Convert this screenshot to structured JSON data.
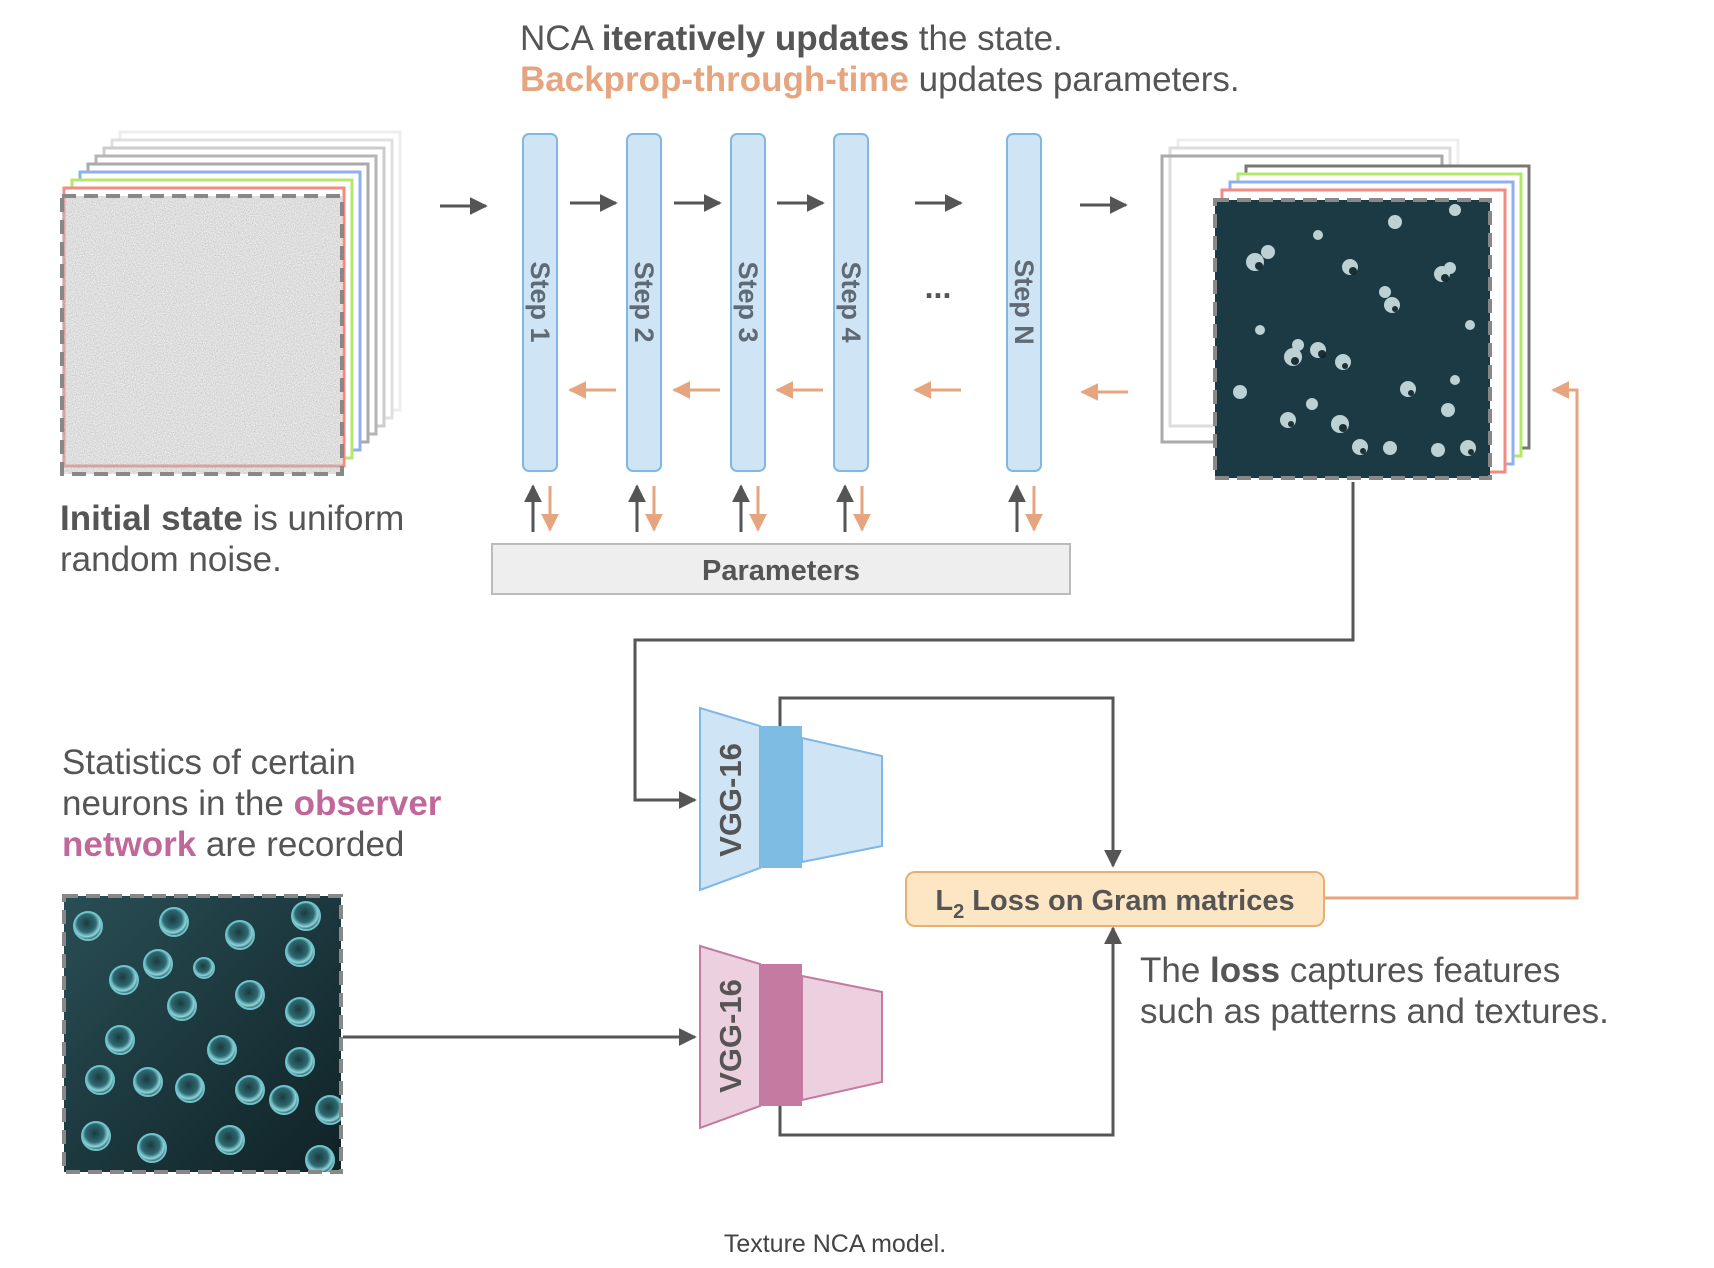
{
  "header": {
    "line1": {
      "pre": "NCA ",
      "bold": "iteratively updates",
      "post": " the state."
    },
    "line2": {
      "bold": "Backprop-through-time",
      "post": " updates parameters."
    }
  },
  "initial_state": {
    "bold": "Initial state",
    "rest1": " is uniform",
    "line2": "random noise."
  },
  "steps": [
    "Step 1",
    "Step 2",
    "Step 3",
    "Step 4",
    "Step N"
  ],
  "ellipsis": "...",
  "parameters_label": "Parameters",
  "observer": {
    "line1": "Statistics of certain",
    "line2_pre": "neurons in the ",
    "line2_bold": "observer",
    "line3_bold": "network",
    "line3_post": " are recorded"
  },
  "vgg_top": "VGG-16",
  "vgg_bottom": "VGG-16",
  "loss_box": {
    "prefix": "L",
    "sub": "2",
    "rest": " Loss on Gram matrices"
  },
  "loss_note": {
    "pre": "The ",
    "bold": "loss",
    "post": " captures features",
    "line2": "such as patterns and textures."
  },
  "caption": "Texture NCA model.",
  "colors": {
    "step_fill": "#cfe4f4",
    "step_stroke": "#7fb8e2",
    "forward_arrow": "#555555",
    "backprop_arrow": "#e6a57e",
    "vgg_blue": "#cfe4f4",
    "vgg_blue_mid": "#7fbce3",
    "vgg_pink": "#ecd0df",
    "vgg_pink_mid": "#c47aa1",
    "loss_fill": "#fde6c4",
    "loss_stroke": "#e8b070",
    "highlight_orange": "#e6a57e",
    "highlight_pink": "#c0689a",
    "channels": [
      "#f28b82",
      "#b4e86a",
      "#8fb0f0",
      "#aaaaaa"
    ]
  }
}
